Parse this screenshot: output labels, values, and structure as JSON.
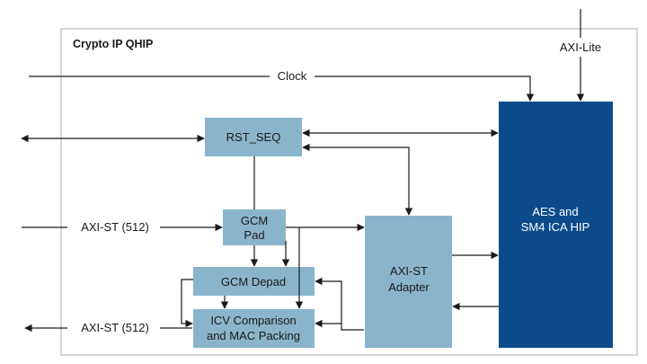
{
  "container": {
    "title": "Crypto IP QHIP"
  },
  "signals": {
    "axi_lite": "AXI-Lite",
    "clock": "Clock",
    "axi_st_in": "AXI-ST (512)",
    "axi_st_out": "AXI-ST (512)"
  },
  "blocks": {
    "rst_seq": {
      "label": "RST_SEQ"
    },
    "gcm_pad": {
      "line1": "GCM",
      "line2": "Pad"
    },
    "gcm_depad": {
      "label": "GCM Depad"
    },
    "icv": {
      "line1": "ICV Comparison",
      "line2": "and MAC Packing"
    },
    "axi_st_adapter": {
      "line1": "AXI-ST",
      "line2": "Adapter"
    },
    "aes_hip": {
      "line1": "AES and",
      "line2": "SM4 ICA HIP"
    }
  },
  "colors": {
    "light_block": "#8ab4cc",
    "dark_block": "#0b4b8c",
    "line": "#1a1a1a",
    "border": "#c8c8c8"
  }
}
